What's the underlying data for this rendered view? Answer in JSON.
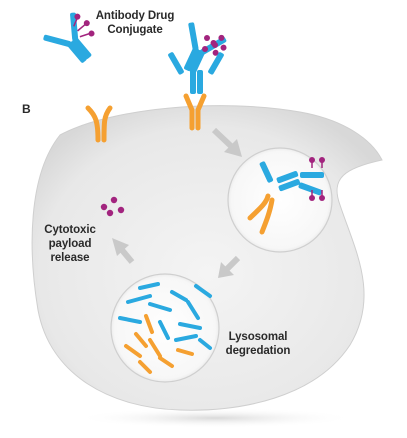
{
  "title_lines": [
    "Antibody Drug",
    "Conjugate"
  ],
  "panel_label": "B",
  "cytotoxic_lines": [
    "Cytotoxic",
    "payload",
    "release"
  ],
  "lysosomal_lines": [
    "Lysosomal",
    "degredation"
  ],
  "colors": {
    "antibody": "#2aa9e0",
    "receptor": "#f5a031",
    "payload": "#a2247e",
    "cell_fill": "#ebebeb",
    "arrow": "#c9c9c9"
  }
}
